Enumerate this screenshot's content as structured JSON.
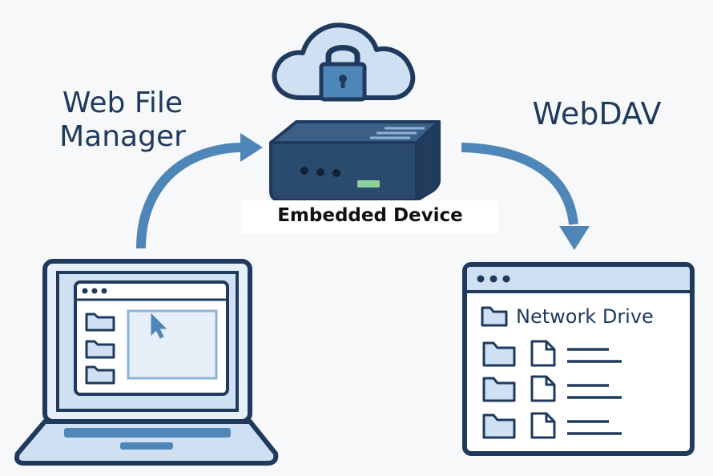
{
  "labels": {
    "web_file_manager": "Web File\nManager",
    "webdav": "WebDAV",
    "embedded_device": "Embedded Device",
    "network_drive": "Network Drive"
  },
  "colors": {
    "outline": "#1f3a5c",
    "fill_light": "#cfe0f2",
    "fill_pale": "#e7eff8",
    "arrow": "#4f86b8",
    "device_body": "#2a4a6e",
    "device_top": "#1f3a5c",
    "led_green": "#8fd19e",
    "background": "#f7f8fa"
  },
  "icons": [
    "cloud-icon",
    "lock-icon",
    "embedded-device-icon",
    "laptop-icon",
    "network-drive-window-icon",
    "folder-icon",
    "file-icon",
    "mouse-pointer-icon"
  ]
}
